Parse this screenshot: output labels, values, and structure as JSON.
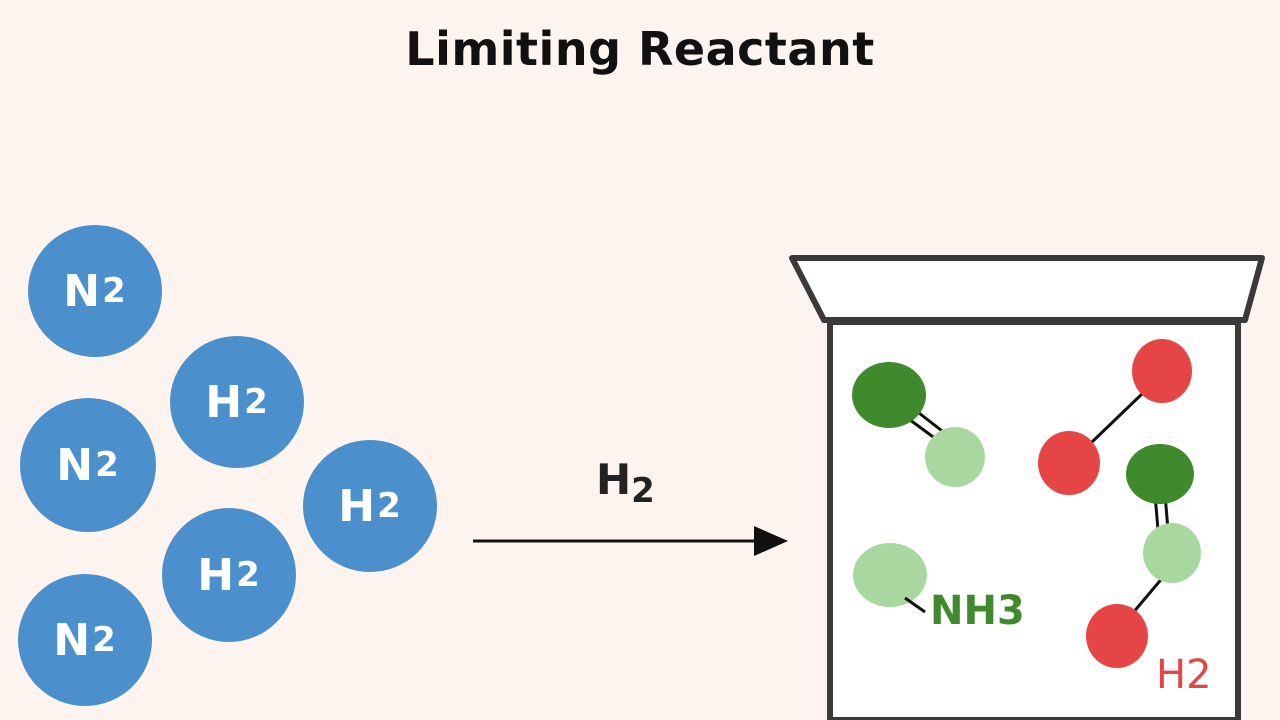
{
  "title": "Limiting Reactant",
  "reactants": [
    {
      "base": "N",
      "sub": "2"
    },
    {
      "base": "H",
      "sub": "2"
    },
    {
      "base": "N",
      "sub": "2"
    },
    {
      "base": "H",
      "sub": "2"
    },
    {
      "base": "H",
      "sub": "2"
    },
    {
      "base": "N",
      "sub": "2"
    }
  ],
  "arrow_label": {
    "base": "H",
    "sub": "2"
  },
  "beaker": {
    "product_label": "NH3",
    "excess_label": "H2"
  },
  "colors": {
    "reactant": "#4b8fcc",
    "dark_green": "#3f8a2c",
    "light_green": "#a8d8a0",
    "red": "#e64545",
    "outline": "#3a3a3a",
    "background": "#fdf3ef"
  }
}
